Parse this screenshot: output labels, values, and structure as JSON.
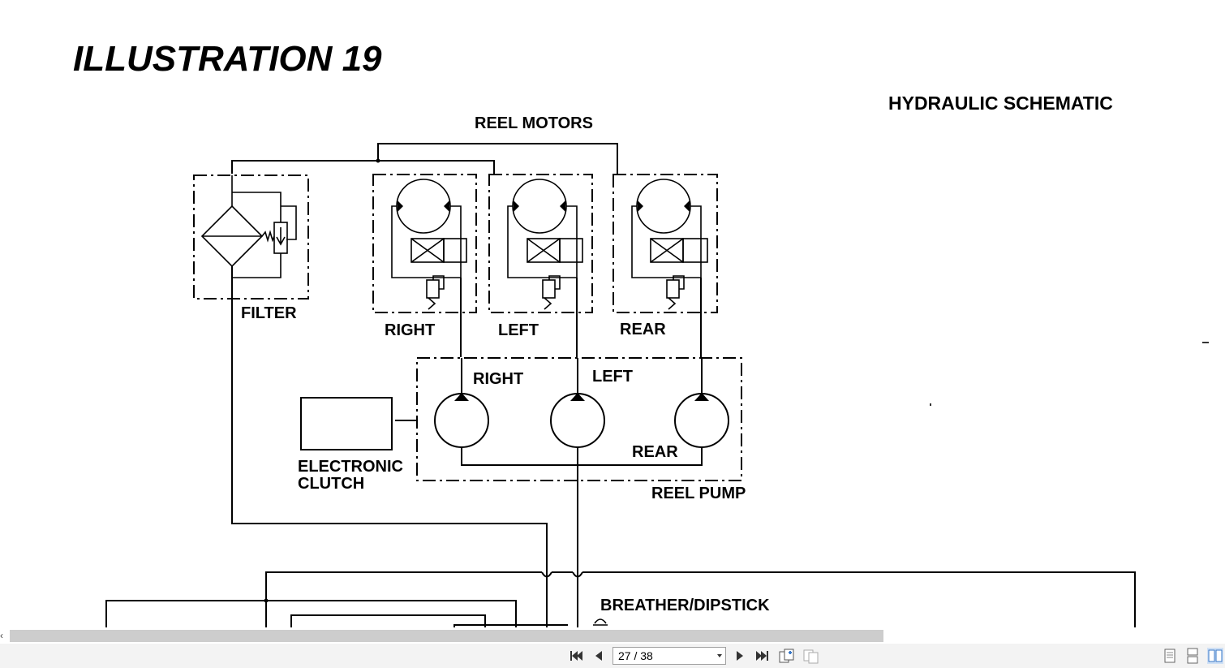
{
  "document": {
    "title": "ILLUSTRATION 19",
    "heading": "HYDRAULIC SCHEMATIC",
    "labels": {
      "reel_motors": "REEL MOTORS",
      "filter": "FILTER",
      "motor_right": "RIGHT",
      "motor_left": "LEFT",
      "motor_rear": "REAR",
      "pump_right": "RIGHT",
      "pump_left": "LEFT",
      "pump_rear": "REAR",
      "electronic": "ELECTRONIC",
      "clutch": "CLUTCH",
      "reel_pump": "REEL PUMP",
      "breather": "BREATHER/DIPSTICK"
    }
  },
  "toolbar": {
    "page_indicator": "27 / 38",
    "first_page_icon": "skip-first-icon",
    "prev_page_icon": "previous-icon",
    "next_page_icon": "next-icon",
    "last_page_icon": "skip-last-icon",
    "rotate_icons": [
      "page-copy-icon",
      "page-move-icon"
    ],
    "view_mode_icons": [
      "single-page-icon",
      "continuous-page-icon",
      "two-page-icon"
    ]
  },
  "scrollbar": {
    "left_glyph": "‹"
  },
  "colors": {
    "toolbar_bg": "#f3f3f3",
    "scroll_thumb": "#cdcdcd",
    "accent": "#3a78c8"
  }
}
